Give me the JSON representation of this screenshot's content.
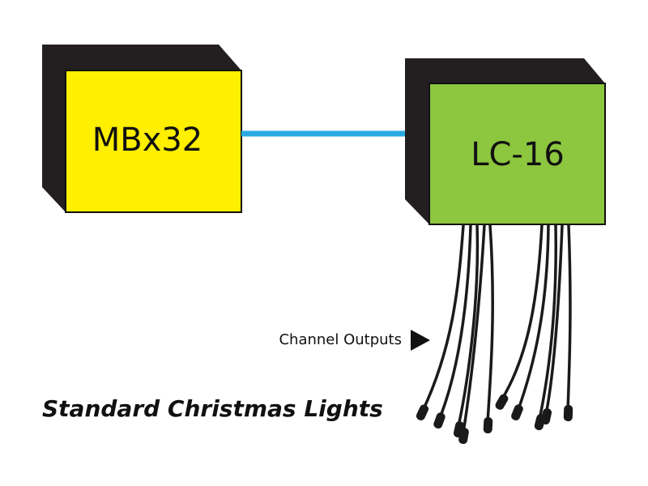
{
  "diagram": {
    "caption": "Standard Christmas Lights",
    "outputs_label": "Channel Outputs",
    "arrow_icon": "triangle-right-icon",
    "nodes": {
      "mbx32": {
        "label": "MBx32",
        "face_color": "#ffef00"
      },
      "lc16": {
        "label": "LC-16",
        "face_color": "#8dc63f"
      }
    },
    "link": {
      "from": "MBx32",
      "to": "LC-16",
      "color": "#29abe2"
    },
    "box_side_color": "#231f20",
    "wire_color": "#1a1a1a"
  }
}
